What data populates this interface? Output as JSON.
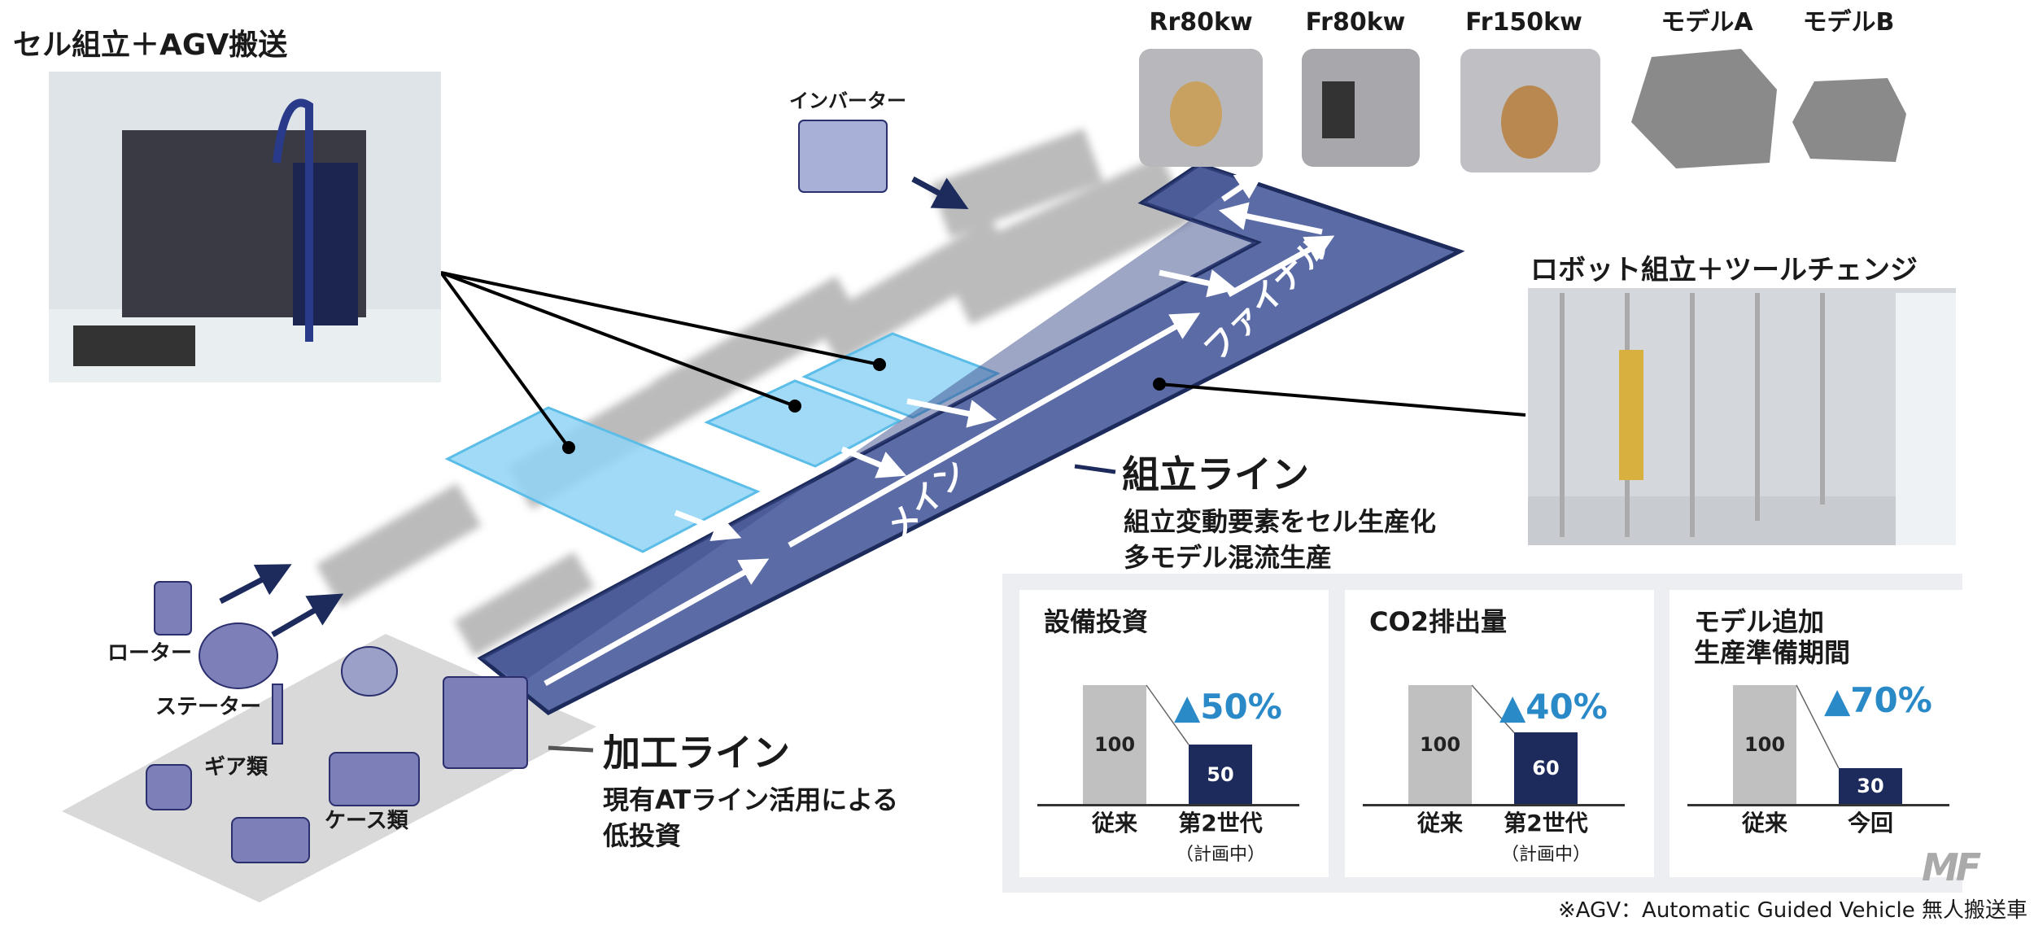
{
  "titles": {
    "cell_assembly": "セル組立＋AGV搬送",
    "robot_assembly": "ロボット組立＋ツールチェンジ",
    "inverter": "インバーター"
  },
  "models": [
    "Rr80kw",
    "Fr80kw",
    "Fr150kw",
    "モデルA",
    "モデルB"
  ],
  "belt": {
    "main": "メイン",
    "final": "ファイナル"
  },
  "assembly_line": {
    "title": "組立ライン",
    "line1": "組立変動要素をセル生産化",
    "line2": "多モデル混流生産"
  },
  "machining_line": {
    "title": "加工ライン",
    "line1": "現有ATライン活用による",
    "line2": "低投資"
  },
  "parts": {
    "rotor": "ローター",
    "stator": "ステーター",
    "gears": "ギア類",
    "cases": "ケース類"
  },
  "colors": {
    "navy": "#1c2a5c",
    "belt": "#5b6ba6",
    "cell": "#8fd3f4",
    "accent": "#2a8ac8",
    "gray_bar": "#c0c0c0"
  },
  "chart_data": [
    {
      "type": "bar",
      "title": "設備投資",
      "categories": [
        "従来",
        "第2世代"
      ],
      "sublabels": [
        "",
        "（計画中）"
      ],
      "values": [
        100,
        50
      ],
      "labels": [
        "100",
        "50"
      ],
      "change": "▲50%",
      "ylim": [
        0,
        100
      ]
    },
    {
      "type": "bar",
      "title": "CO2排出量",
      "title_html_parts": [
        "CO",
        "2",
        "排出量"
      ],
      "categories": [
        "従来",
        "第2世代"
      ],
      "sublabels": [
        "",
        "（計画中）"
      ],
      "values": [
        100,
        60
      ],
      "labels": [
        "100",
        "60"
      ],
      "change": "▲40%",
      "ylim": [
        0,
        100
      ]
    },
    {
      "type": "bar",
      "title": "モデル追加\n生産準備期間",
      "title_lines": [
        "モデル追加",
        "生産準備期間"
      ],
      "categories": [
        "従来",
        "今回"
      ],
      "sublabels": [
        "",
        ""
      ],
      "values": [
        100,
        30
      ],
      "labels": [
        "100",
        "30"
      ],
      "change": "▲70%",
      "ylim": [
        0,
        100
      ]
    }
  ],
  "footnote": "※AGV：Automatic Guided Vehicle 無人搬送車",
  "logo": "MF"
}
